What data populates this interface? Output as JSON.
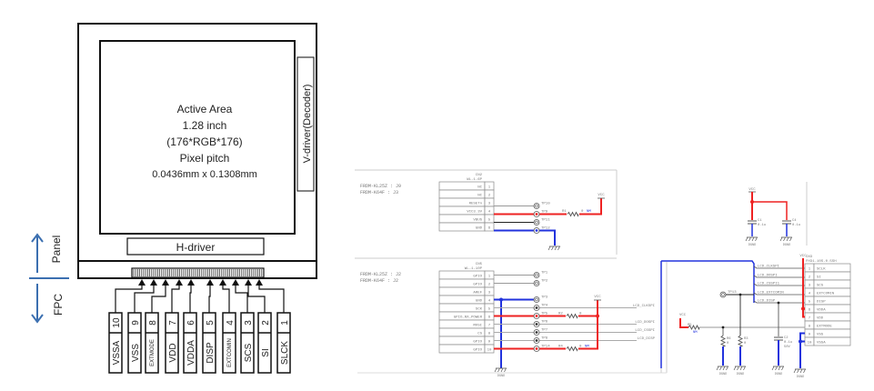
{
  "panel_diagram": {
    "active_area": {
      "title": "Active Area",
      "size": "1.28 inch",
      "resolution": "(176*RGB*176)",
      "pitch_label": "Pixel pitch",
      "pitch_value": "0.0436mm x  0.1308mm"
    },
    "v_driver_label": "V-driver(Decoder)",
    "h_driver_label": "H-driver",
    "panel_label": "Panel",
    "fpc_label": "FPC",
    "arrow_color": "#3b6fb0",
    "pins": [
      {
        "num": "10",
        "name": "VSSA"
      },
      {
        "num": "9",
        "name": "VSS"
      },
      {
        "num": "8",
        "name": "EXTMODE"
      },
      {
        "num": "7",
        "name": "VDD"
      },
      {
        "num": "6",
        "name": "VDDA"
      },
      {
        "num": "5",
        "name": "DISP"
      },
      {
        "num": "4",
        "name": "EXTCOMIN"
      },
      {
        "num": "3",
        "name": "SCS"
      },
      {
        "num": "2",
        "name": "SI"
      },
      {
        "num": "1",
        "name": "SLCK"
      }
    ]
  },
  "schematic": {
    "colors": {
      "power": "#ee2222",
      "ground": "#2233dd",
      "signal": "#999999"
    },
    "top": {
      "from_lines": [
        "FRDM-KL25Z  : J9",
        "FRDM-K64F   : J3"
      ],
      "connector_ref": "CN2",
      "connector_part": "WL-1-6P",
      "rows": [
        {
          "name": "NC",
          "num": "1"
        },
        {
          "name": "NC",
          "num": "2"
        },
        {
          "name": "RESETn",
          "num": "3"
        },
        {
          "name": "VCC3.3V",
          "num": "4"
        },
        {
          "name": "VBUS",
          "num": "5"
        },
        {
          "name": "GND",
          "num": "6"
        }
      ],
      "testpoints": [
        "TP10",
        "TP9",
        "TP11",
        "TP12"
      ],
      "resistor": "R1",
      "resistor_value": "0",
      "resistor_note": "NM",
      "net_vcc": "VCC",
      "gnd_label": "DGND"
    },
    "caps": {
      "net": "VCC",
      "items": [
        {
          "ref": "C1",
          "value": "0.1u"
        },
        {
          "ref": "C4",
          "value": "0.1u"
        }
      ],
      "gnd_label": "DGND"
    },
    "bottom": {
      "from_lines": [
        "FRDM-KL25Z  : J2",
        "FRDM-K64F   : J2"
      ],
      "connector_ref": "CN5",
      "connector_part": "WL-1-10P",
      "rows": [
        {
          "name": "GPIO",
          "num": "1"
        },
        {
          "name": "GPIO",
          "num": "2"
        },
        {
          "name": "AREF",
          "num": "3"
        },
        {
          "name": "GND",
          "num": "4"
        },
        {
          "name": "SCK",
          "num": "5"
        },
        {
          "name": "GPIO_NX_POWER",
          "num": "6"
        },
        {
          "name": "MOSI",
          "num": "7"
        },
        {
          "name": "CS",
          "num": "8"
        },
        {
          "name": "GPIO",
          "num": "9"
        },
        {
          "name": "GPIO",
          "num": "10"
        }
      ],
      "testpoints": [
        "TP1",
        "TP2",
        "TP3",
        "TP4",
        "TP5",
        "TP6",
        "TP7",
        "TP8",
        "TP14"
      ],
      "resistors": [
        {
          "ref": "R2",
          "value": "0"
        },
        {
          "ref": "R4",
          "value": "0",
          "note": "NM"
        }
      ],
      "net_vcc": "VCC",
      "gnd_label": "DGND",
      "net_labels": [
        "LCD_CLKSPI",
        "LCD_DOSPI",
        "LCD_CSSPI",
        "LCD_DISP"
      ]
    },
    "lcd": {
      "bus_labels": [
        "LCD_CLKSPI",
        "LCD_DOSPI",
        "LCD_CSSPI1",
        "LCD_EXTCOMIN",
        "LCD_DISP"
      ],
      "tp": "TP13",
      "net_vcc_left": "VCC",
      "net_vcc_top": "VCC",
      "r_series": {
        "ref": "R5",
        "note": "NM"
      },
      "r_pulls": [
        {
          "ref": "R6",
          "value": "0"
        },
        {
          "ref": "R3",
          "value": "0"
        }
      ],
      "cap": {
        "ref": "C2",
        "value": "0.1u",
        "rating": "50V"
      },
      "connector_ref": "CN3",
      "connector_part": "FH31-10S-0.5SH",
      "rows": [
        {
          "num": "1",
          "name": "SCLK"
        },
        {
          "num": "2",
          "name": "SI"
        },
        {
          "num": "3",
          "name": "SCS"
        },
        {
          "num": "4",
          "name": "EXTCOMIN"
        },
        {
          "num": "5",
          "name": "DISP"
        },
        {
          "num": "6",
          "name": "VDDA"
        },
        {
          "num": "7",
          "name": "VDD"
        },
        {
          "num": "8",
          "name": "EXTMODE"
        },
        {
          "num": "9",
          "name": "VSS"
        },
        {
          "num": "10",
          "name": "VSSA"
        }
      ],
      "gnd_label": "DGND"
    }
  }
}
